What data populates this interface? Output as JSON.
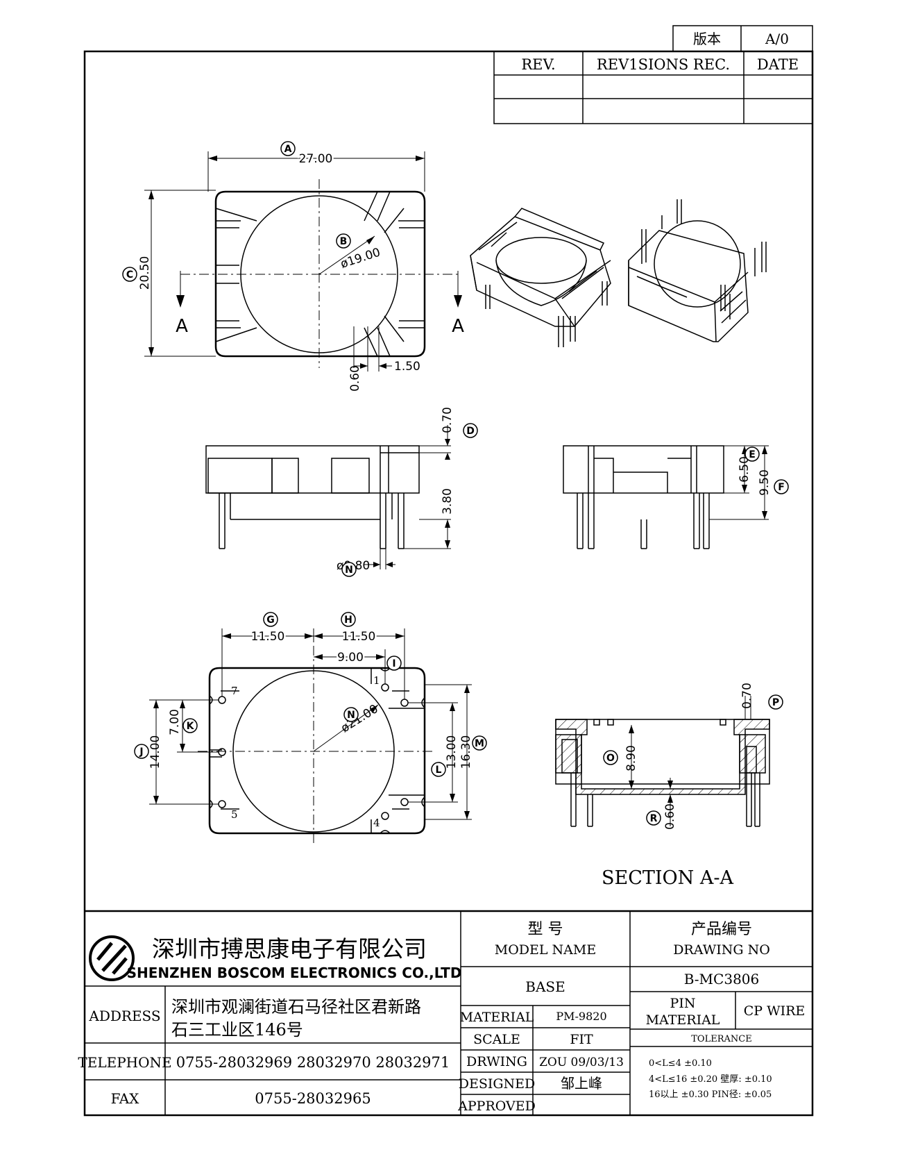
{
  "version": {
    "label": "版本",
    "value": "A/0"
  },
  "revision_table": {
    "rev_header": "REV.",
    "rec_header": "REV1SIONS REC.",
    "date_header": "DATE"
  },
  "top_view": {
    "dim_A": "27.00",
    "dim_B": "ø19.00",
    "dim_C": "20.50",
    "dim_pin_gap": "0.60",
    "dim_slot": "1.50",
    "section_mark": "A"
  },
  "side_view": {
    "dim_D": "0.70",
    "dim_38": "3.80",
    "dim_N": "ø0.80",
    "dim_E": "6.50",
    "dim_F": "9.50"
  },
  "bottom_view": {
    "dim_G": "11.50",
    "dim_H": "11.50",
    "dim_900": "9.00",
    "dim_J": "14.00",
    "dim_K": "7.00",
    "dim_N2": "ø21.00",
    "dim_L": "13.00",
    "dim_M": "16.30",
    "pin_1": "1",
    "pin_4": "4",
    "pin_5": "5",
    "pin_7": "7"
  },
  "section_view": {
    "dim_P": "0.70",
    "dim_O": "8.90",
    "dim_R": "0.60",
    "title": "SECTION A-A"
  },
  "circle_letters": [
    "A",
    "B",
    "C",
    "D",
    "E",
    "F",
    "G",
    "H",
    "I",
    "J",
    "K",
    "L",
    "M",
    "N",
    "O",
    "P",
    "R"
  ],
  "company": {
    "name_cn": "深圳市搏思康电子有限公司",
    "name_en": "SHENZHEN BOSCOM ELECTRONICS CO.,LTD"
  },
  "contact": {
    "address_label": "ADDRESS",
    "address_line1": "深圳市观澜街道石马径社区君新路",
    "address_line2": "石三工业区146号",
    "telephone_label": "TELEPHONE",
    "telephone": "0755-28032969 28032970 28032971",
    "fax_label": "FAX",
    "fax": "0755-28032965"
  },
  "title_block": {
    "model_cn": "型 号",
    "model_en": "MODEL NAME",
    "model_value": "BASE",
    "drawing_cn": "产品编号",
    "drawing_en": "DRAWING NO",
    "drawing_value": "B-MC3806",
    "material_label": "MATERIAL",
    "material_value": "PM-9820",
    "scale_label": "SCALE",
    "scale_value": "FIT",
    "drwing_label": "DRWING",
    "drwing_value": "ZOU 09/03/13",
    "designed_label": "DESIGNED",
    "designed_value": "邹上峰",
    "approved_label": "APPROVED",
    "pin_material_1": "PIN",
    "pin_material_2": "MATERIAL",
    "pin_material_value": "CP WIRE",
    "tolerance_label": "TOLERANCE",
    "tol_1": "0<L≤4 ±0.10",
    "tol_2": "4<L≤16 ±0.20 壁厚: ±0.10",
    "tol_3": "16以上 ±0.30 PIN径: ±0.05"
  }
}
